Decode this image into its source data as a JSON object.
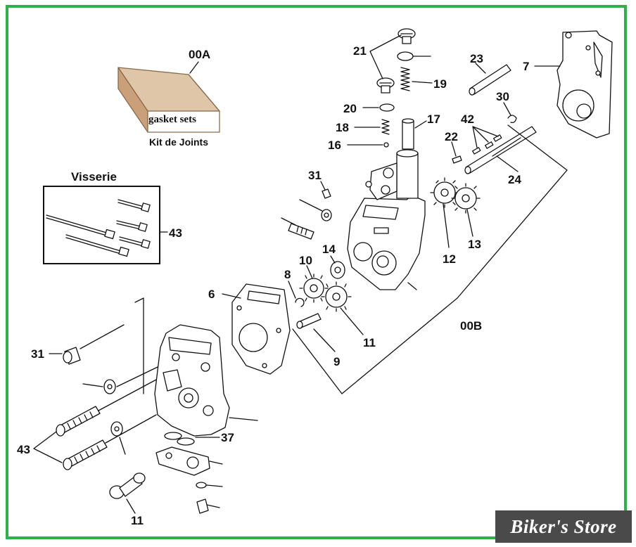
{
  "kit": {
    "box_text": "gasket sets",
    "caption": "Kit de Joints",
    "ref": "00A"
  },
  "visserie": {
    "title": "Visserie",
    "ref": "43"
  },
  "assembly_ref": "00B",
  "watermark": "Biker's Store",
  "frame_color": "#2fb14a",
  "labels": {
    "p21": "21",
    "p19": "19",
    "p20": "20",
    "p18": "18",
    "p16": "16",
    "p17": "17",
    "p23": "23",
    "p7": "7",
    "p30": "30",
    "p42": "42",
    "p22": "22",
    "p24": "24",
    "p31a": "31",
    "p12": "12",
    "p13": "13",
    "p14": "14",
    "p10": "10",
    "p8": "8",
    "p6": "6",
    "p11a": "11",
    "p9": "9",
    "p31b": "31",
    "p43": "43",
    "p37": "37",
    "p11b": "11"
  }
}
